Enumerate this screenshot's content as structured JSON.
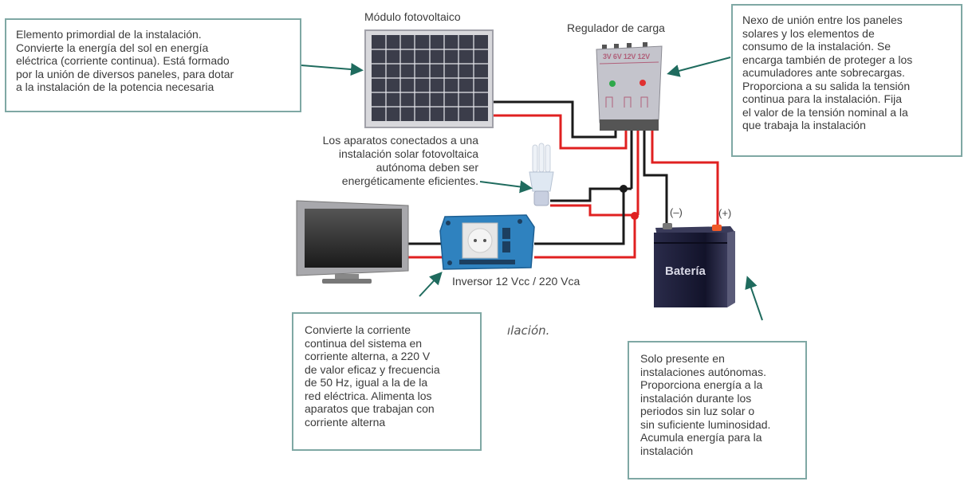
{
  "title": "Instalación solar fotovoltaica autónoma",
  "colors": {
    "callout_border": "#7fa8a4",
    "arrow": "#1f6b5e",
    "wire_positive": "#e02020",
    "wire_negative": "#1a1a1a",
    "inverter": "#2f82bf",
    "battery": "#1e1f3a"
  },
  "components": {
    "panel": {
      "label": "Módulo fotovoltaico"
    },
    "regulator": {
      "label": "Regulador de carga",
      "voltages": "3V 6V 12V 12V"
    },
    "inverter": {
      "label": "Inversor 12 Vcc / 220 Vca"
    },
    "battery": {
      "label": "Batería",
      "negative": "(–)",
      "positive": "(+)"
    },
    "lamp": {
      "icon": "lightbulb-icon"
    },
    "tv": {
      "icon": "television-icon"
    }
  },
  "callouts": {
    "panel": "Elemento primordial de la instalación.\nConvierte la energía del sol en energía\neléctrica (corriente continua). Está formado\npor la unión de diversos paneles, para dotar\na la instalación de la potencia necesaria",
    "regulator": "Nexo de unión entre los paneles\nsolares y los elementos de\nconsumo de la instalación. Se\nencarga también de proteger a los\nacumuladores ante sobrecargas.\nProporciona a su salida la tensión\ncontinua para la instalación. Fija\nel valor de la tensión nominal a la\nque trabaja la instalación",
    "inverter": "Convierte la corriente\ncontinua del sistema en\ncorriente alterna, a 220 V\nde valor eficaz y frecuencia\nde 50 Hz, igual a la de la\nred eléctrica. Alimenta los\naparatos que trabajan con\ncorriente alterna",
    "battery": "Solo presente en\ninstalaciones autónomas.\nProporciona energía a la\ninstalación durante los\nperiodos sin luz solar o\nsin suficiente luminosidad.\nAcumula energía para la\ninstalación"
  },
  "notes": {
    "efficiency": "Los aparatos conectados a una\ninstalación solar fotovoltaica\nautónoma deben ser\nenergéticamente eficientes.",
    "fragment": "ılación."
  }
}
